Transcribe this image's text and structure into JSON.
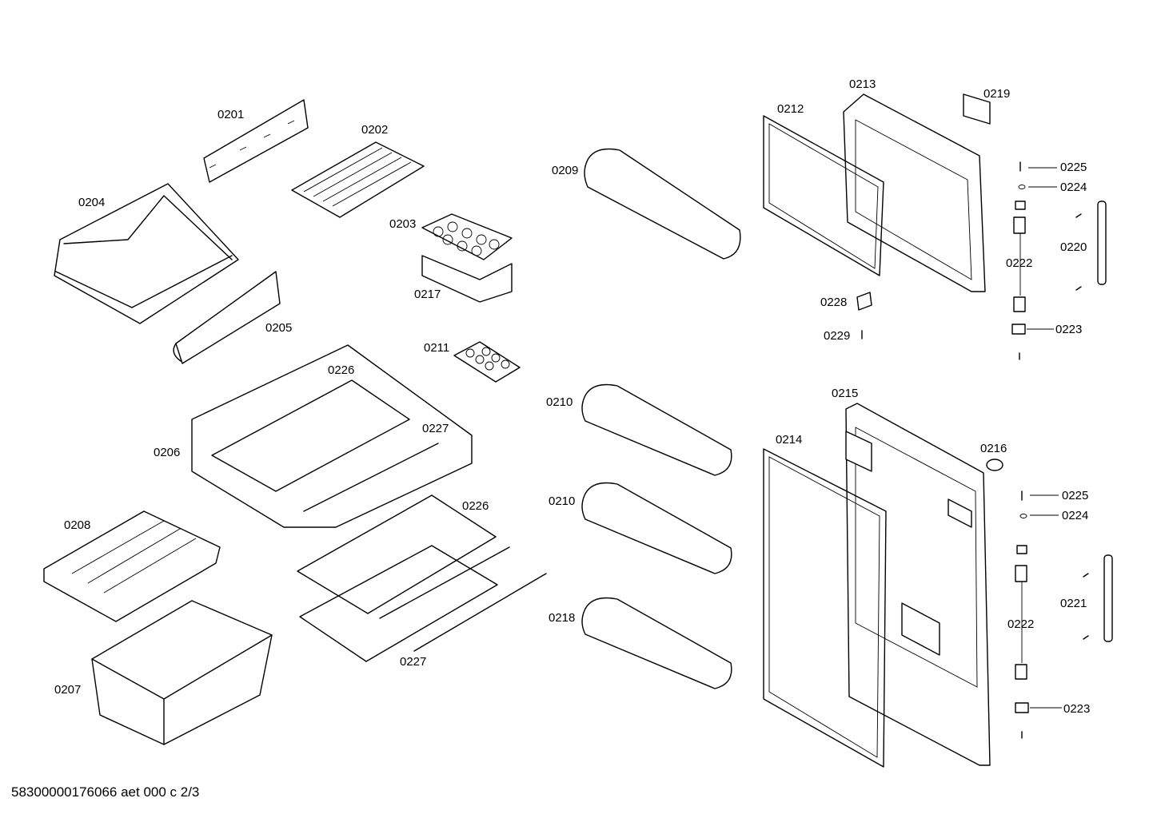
{
  "footer": {
    "document_id": "58300000176066 aet 000 c 2/3"
  },
  "labels": {
    "p0201": "0201",
    "p0202": "0202",
    "p0203": "0203",
    "p0204": "0204",
    "p0205": "0205",
    "p0206": "0206",
    "p0207": "0207",
    "p0208": "0208",
    "p0209": "0209",
    "p0210a": "0210",
    "p0210b": "0210",
    "p0211": "0211",
    "p0212": "0212",
    "p0213": "0213",
    "p0214": "0214",
    "p0215": "0215",
    "p0216": "0216",
    "p0217": "0217",
    "p0218": "0218",
    "p0219": "0219",
    "p0220": "0220",
    "p0221": "0221",
    "p0222a": "0222",
    "p0222b": "0222",
    "p0223a": "0223",
    "p0223b": "0223",
    "p0224a": "0224",
    "p0224b": "0224",
    "p0225a": "0225",
    "p0225b": "0225",
    "p0226a": "0226",
    "p0226b": "0226",
    "p0227a": "0227",
    "p0227b": "0227",
    "p0228": "0228",
    "p0229": "0229"
  }
}
